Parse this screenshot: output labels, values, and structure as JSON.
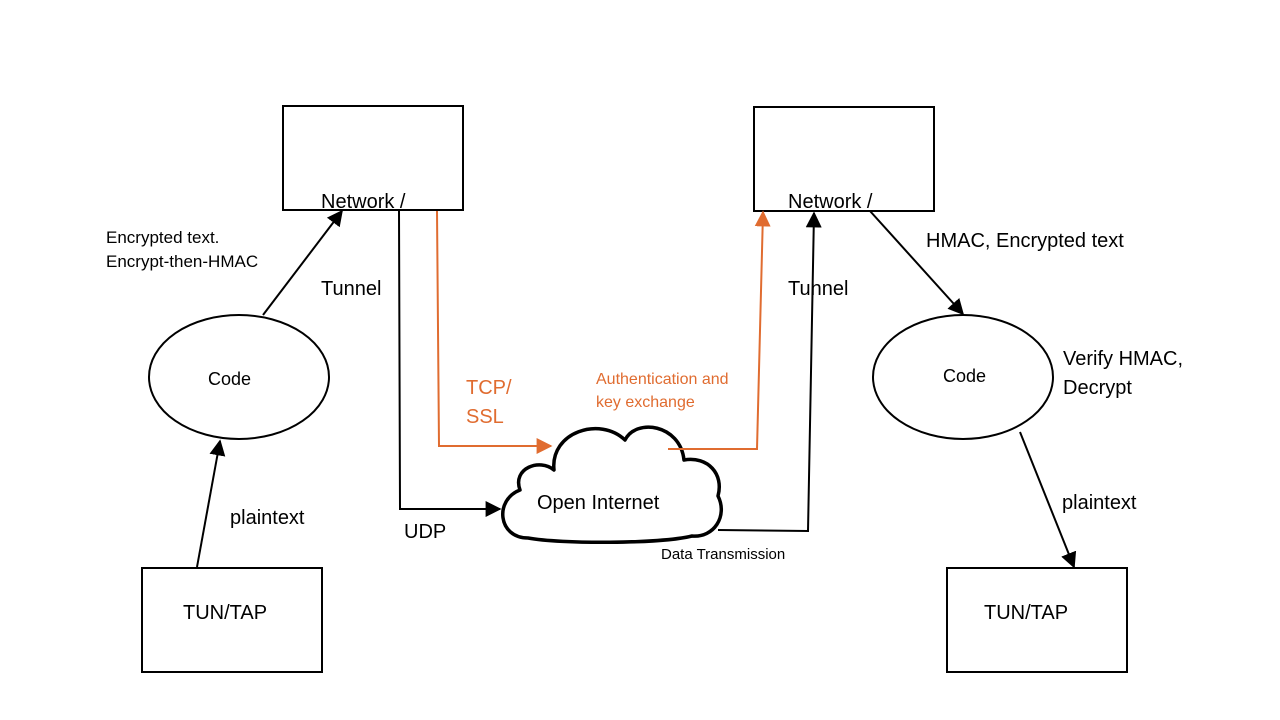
{
  "colors": {
    "line": "#000000",
    "accent": "#e06c30",
    "background": "#ffffff"
  },
  "left": {
    "network_box": {
      "line1": "Network /",
      "line2": "Tunnel"
    },
    "code_label": "Code",
    "tun_label": "TUN/TAP",
    "plaintext_label": "plaintext",
    "encrypt_label": {
      "line1": "Encrypted text.",
      "line2": "Encrypt-then-HMAC"
    }
  },
  "right": {
    "network_box": {
      "line1": "Network /",
      "line2": "Tunnel"
    },
    "code_label": "Code",
    "tun_label": "TUN/TAP",
    "plaintext_label": "plaintext",
    "hmac_label": "HMAC, Encrypted text",
    "verify_label": {
      "line1": "Verify HMAC,",
      "line2": "Decrypt"
    }
  },
  "cloud_label": "Open Internet",
  "udp_label": "UDP",
  "tcp_label": {
    "line1": "TCP/",
    "line2": "SSL"
  },
  "auth_label": {
    "line1": "Authentication and",
    "line2": "key exchange"
  },
  "data_transmission_label": "Data Transmission"
}
